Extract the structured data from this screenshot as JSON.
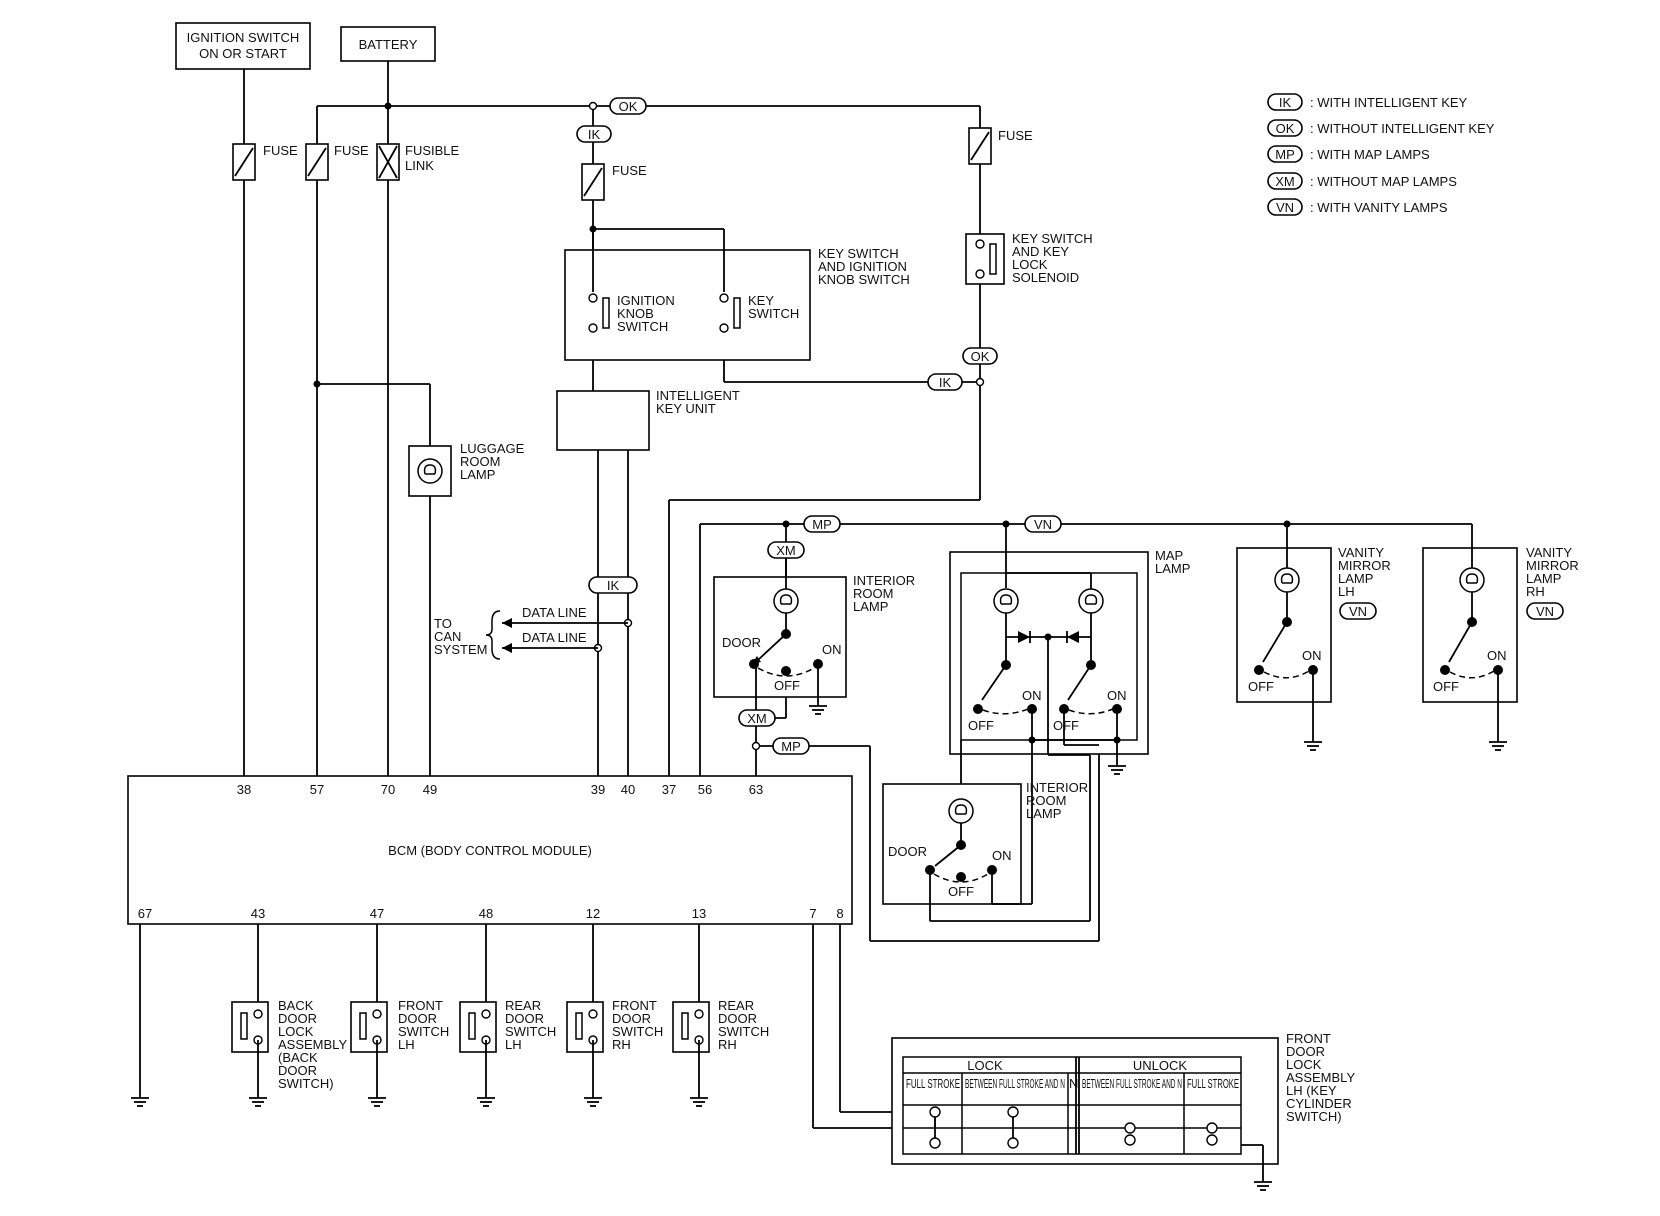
{
  "sources": {
    "ignition": [
      "IGNITION SWITCH",
      "ON OR START"
    ],
    "battery": "BATTERY"
  },
  "fuses": {
    "fuse": "FUSE",
    "fusible_link": [
      "FUSIBLE",
      "LINK"
    ]
  },
  "legend": [
    {
      "code": "IK",
      "text": ": WITH INTELLIGENT KEY"
    },
    {
      "code": "OK",
      "text": ": WITHOUT INTELLIGENT KEY"
    },
    {
      "code": "MP",
      "text": ": WITH MAP LAMPS"
    },
    {
      "code": "XM",
      "text": ": WITHOUT MAP LAMPS"
    },
    {
      "code": "VN",
      "text": ": WITH VANITY LAMPS"
    }
  ],
  "components": {
    "key_switch_assy": [
      "KEY SWITCH",
      "AND IGNITION",
      "KNOB SWITCH"
    ],
    "ignition_knob_switch": [
      "IGNITION",
      "KNOB",
      "SWITCH"
    ],
    "key_switch": [
      "KEY",
      "SWITCH"
    ],
    "key_lock_solenoid": [
      "KEY SWITCH",
      "AND KEY",
      "LOCK",
      "SOLENOID"
    ],
    "intelligent_key_unit": [
      "INTELLIGENT",
      "KEY UNIT"
    ],
    "luggage_room_lamp": [
      "LUGGAGE",
      "ROOM",
      "LAMP"
    ],
    "can": [
      "TO",
      "CAN",
      "SYSTEM"
    ],
    "data_line": "DATA LINE",
    "interior_room_lamp": [
      "INTERIOR",
      "ROOM",
      "LAMP"
    ],
    "map_lamp": [
      "MAP",
      "LAMP"
    ],
    "vanity_lh": [
      "VANITY",
      "MIRROR",
      "LAMP",
      "LH"
    ],
    "vanity_rh": [
      "VANITY",
      "MIRROR",
      "LAMP",
      "RH"
    ],
    "door": "DOOR",
    "on": "ON",
    "off": "OFF",
    "bcm": "BCM (BODY CONTROL MODULE)",
    "back_door": [
      "BACK",
      "DOOR",
      "LOCK",
      "ASSEMBLY",
      "(BACK",
      "DOOR",
      "SWITCH)"
    ],
    "front_door_lh": [
      "FRONT",
      "DOOR",
      "SWITCH",
      "LH"
    ],
    "rear_door_lh": [
      "REAR",
      "DOOR",
      "SWITCH",
      "LH"
    ],
    "front_door_rh": [
      "FRONT",
      "DOOR",
      "SWITCH",
      "RH"
    ],
    "rear_door_rh": [
      "REAR",
      "DOOR",
      "SWITCH",
      "RH"
    ],
    "front_door_lock": [
      "FRONT",
      "DOOR",
      "LOCK",
      "ASSEMBLY",
      "LH (KEY",
      "CYLINDER",
      "SWITCH)"
    ]
  },
  "bcm_pins_top": [
    "38",
    "57",
    "70",
    "49",
    "39",
    "40",
    "37",
    "56",
    "63"
  ],
  "bcm_pins_bottom": [
    "67",
    "43",
    "47",
    "48",
    "12",
    "13",
    "7",
    "8"
  ],
  "lock_table": {
    "lock": "LOCK",
    "unlock": "UNLOCK",
    "cols": [
      "FULL STROKE",
      "BETWEEN FULL STROKE AND N",
      "N",
      "BETWEEN FULL STROKE AND N",
      "FULL STROKE"
    ]
  }
}
